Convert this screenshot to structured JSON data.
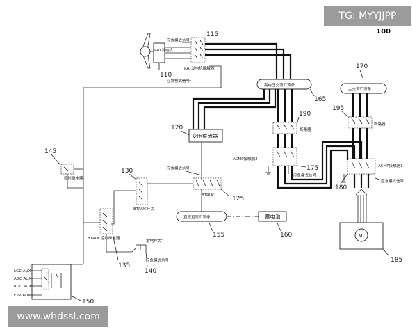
{
  "watermark_top": "TG: MYYJJPP",
  "watermark_bottom": "www.whdssl.com",
  "figure_number": "100",
  "refs": {
    "r110": "110",
    "r115": "115",
    "r120": "120",
    "r125": "125",
    "r130": "130",
    "r135": "135",
    "r140": "140",
    "r145": "145",
    "r150": "150",
    "r155": "155",
    "r160": "160",
    "r165": "165",
    "r170": "170",
    "r175": "175",
    "r180": "180",
    "r185": "185",
    "r190": "190",
    "r195": "195"
  },
  "labels": {
    "emergency_signal": "应急模式信号",
    "rat_contactor": "RAT发电机接触器",
    "rat_generator": "RAT发电机",
    "hv_ac_bus": "高电压交流汇流条",
    "main_ac_bus": "主交流汇流条",
    "breaker": "断路器",
    "transformer_rectifier": "变压整流器",
    "acmp_contactor_2": "ACMP接触器2",
    "acmp_contactor_1": "ACMP接触器1",
    "emergency_signal_2": "应急模式信号",
    "emergency_signal_3": "应急模式信号",
    "emergency_signal_4": "应急模式信号",
    "emergency_signal_5": "应急模式信号",
    "delay_relay": "延时继电器",
    "btruc_switch": "BTRUC开关",
    "btruc": "BTRUC",
    "btruc_relay": "BTRUC控制继电器",
    "battery_switch": "蓄电开关",
    "dc_bus": "直流直流汇流条",
    "battery": "蓄电池",
    "lgc_aux": "LGC AUX",
    "agc_aux": "AGC AUX",
    "rgc_aux": "RGC AUX",
    "epr_aux": "EPR AUX",
    "motor": "M"
  }
}
